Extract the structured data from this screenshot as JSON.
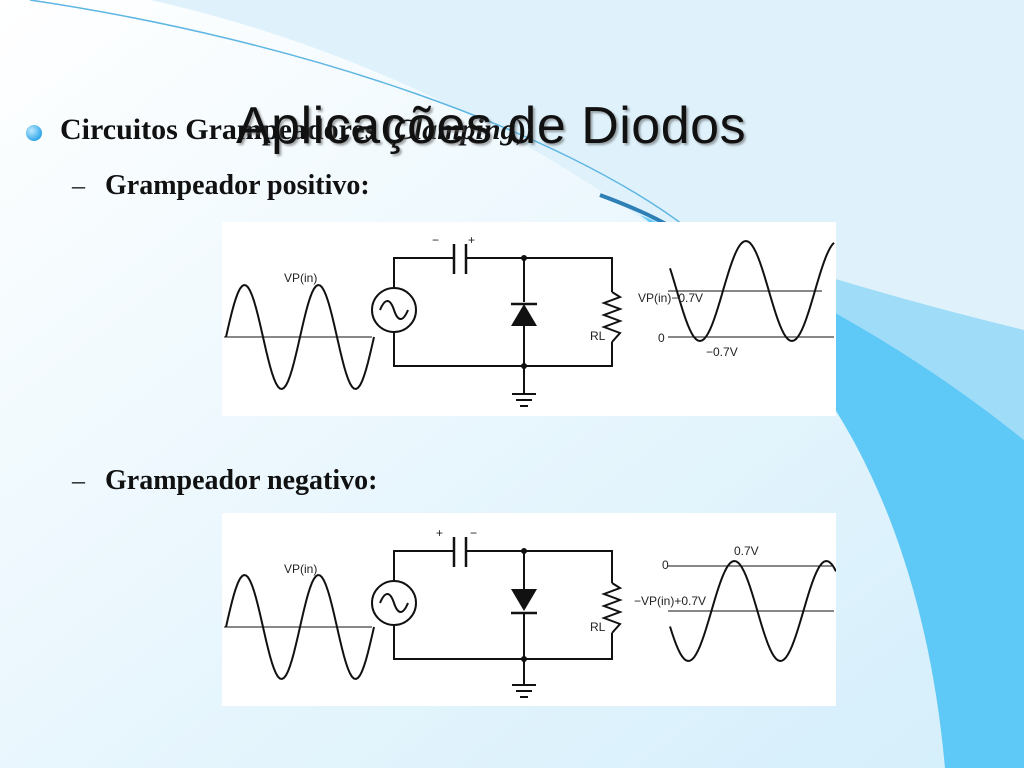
{
  "theme": {
    "background": "#eaf6fd",
    "accent": "#5ac6f5",
    "accent_dark": "#3aa6de"
  },
  "title": "Aplicações de Diodos",
  "bullet": {
    "text_before": "Circuitos Grampeadores (",
    "text_italic": "Clamping",
    "text_after": "):"
  },
  "subitems": [
    {
      "dash": "–",
      "label": "Grampeador positivo:"
    },
    {
      "dash": "–",
      "label": "Grampeador negativo:"
    }
  ],
  "figure_positive": {
    "input_label": "VP(in)",
    "cap_left_sign": "−",
    "cap_right_sign": "+",
    "load_label": "RL",
    "out_top_label": "VP(in)−0.7V",
    "out_zero_label": "0",
    "out_low_label": "−0.7V"
  },
  "figure_negative": {
    "input_label": "VP(in)",
    "cap_left_sign": "+",
    "cap_right_sign": "−",
    "load_label": "RL",
    "out_zero_label": "0",
    "out_top_label": "0.7V",
    "out_low_label": "−VP(in)+0.7V"
  }
}
